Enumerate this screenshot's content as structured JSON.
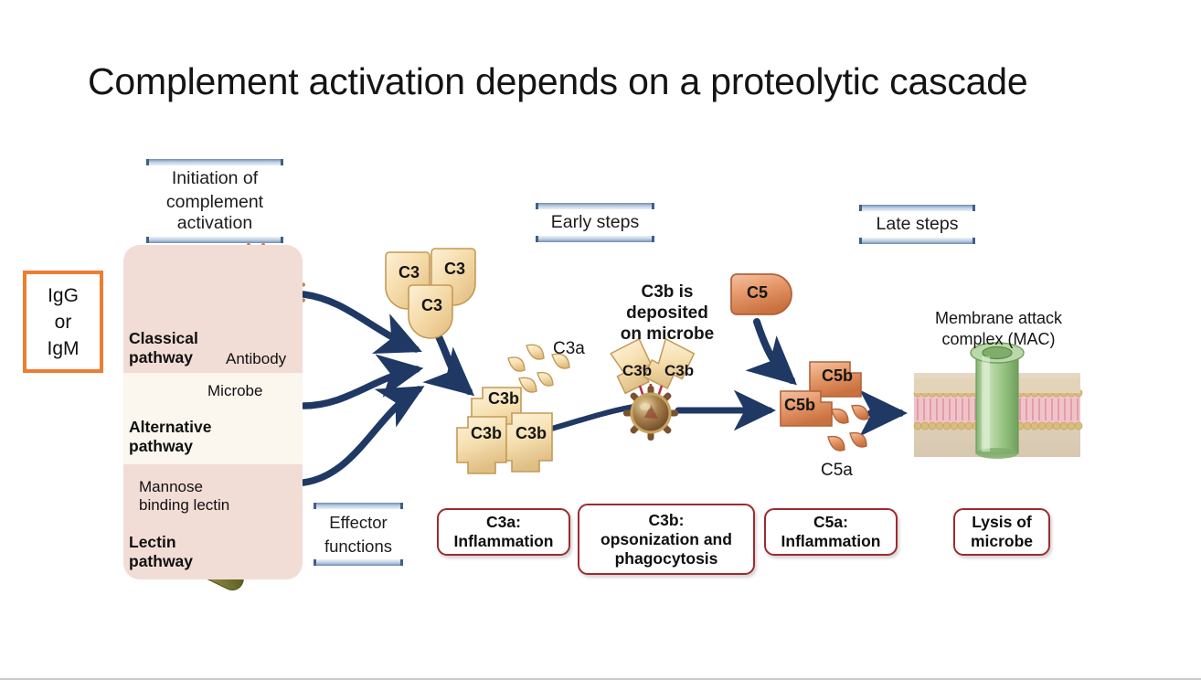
{
  "slide": {
    "title": "Complement activation depends on a proteolytic cascade",
    "background": "#ffffff"
  },
  "callout": {
    "name": "IgG or IgM",
    "line1": "IgG",
    "line2": "or",
    "line3": "IgM",
    "border_color": "#ED7D31",
    "fill_color": "#ffffff"
  },
  "section_headers": [
    {
      "id": "initiation",
      "line1": "Initiation of",
      "line2": "complement",
      "line3": "activation"
    },
    {
      "id": "early",
      "line1": "Early steps"
    },
    {
      "id": "late",
      "line1": "Late steps"
    },
    {
      "id": "effector",
      "line1": "Effector",
      "line2": "functions"
    }
  ],
  "pathways": {
    "panel_colors": {
      "pink": "#f2ddd6",
      "cream": "#fbf6ee"
    },
    "items": [
      {
        "id": "classical",
        "label_line1": "Classical",
        "label_line2": "pathway",
        "annotation": "Antibody"
      },
      {
        "id": "alternative",
        "label_line1": "Alternative",
        "label_line2": "pathway",
        "annotation": "Microbe"
      },
      {
        "id": "lectin",
        "label_line1": "Lectin",
        "label_line2": "pathway",
        "annotation_line1": "Mannose",
        "annotation_line2": "binding lectin"
      }
    ]
  },
  "early_steps": {
    "c3_trimer": {
      "labels": [
        "C3",
        "C3",
        "C3"
      ],
      "color": "#f6dfae"
    },
    "c3a": {
      "label": "C3a",
      "fragment_count": 5
    },
    "c3b_cluster": {
      "labels": [
        "C3b",
        "C3b",
        "C3b"
      ],
      "color": "#f8e3b4"
    },
    "deposition_note": {
      "line1": "C3b is",
      "line2": "deposited",
      "line3": "on microbe"
    },
    "microbe_bound": {
      "labels": [
        "C3b",
        "C3b"
      ]
    }
  },
  "late_steps": {
    "c5": {
      "label": "C5",
      "color": "#e39063"
    },
    "c5b_cluster": {
      "labels": [
        "C5b",
        "C5b"
      ],
      "color": "#e8a277"
    },
    "c5a": {
      "label": "C5a",
      "fragment_count": 4
    },
    "mac": {
      "line1": "Membrane attack",
      "line2": "complex (MAC)",
      "pore_color": "#9fc98f"
    }
  },
  "effector_boxes": [
    {
      "id": "c3a",
      "line1": "C3a:",
      "line2": "Inflammation"
    },
    {
      "id": "c3b",
      "line1": "C3b:",
      "line2": "opsonization and",
      "line3": "phagocytosis"
    },
    {
      "id": "c5a",
      "line1": "C5a:",
      "line2": "Inflammation"
    },
    {
      "id": "lysis",
      "line1": "Lysis of",
      "line2": "microbe"
    }
  ],
  "accent_colors": {
    "arrow_navy": "#1f3864",
    "header_blue": "#3f5f8a",
    "effector_border": "#9e2b2f",
    "callout_orange": "#ED7D31"
  }
}
